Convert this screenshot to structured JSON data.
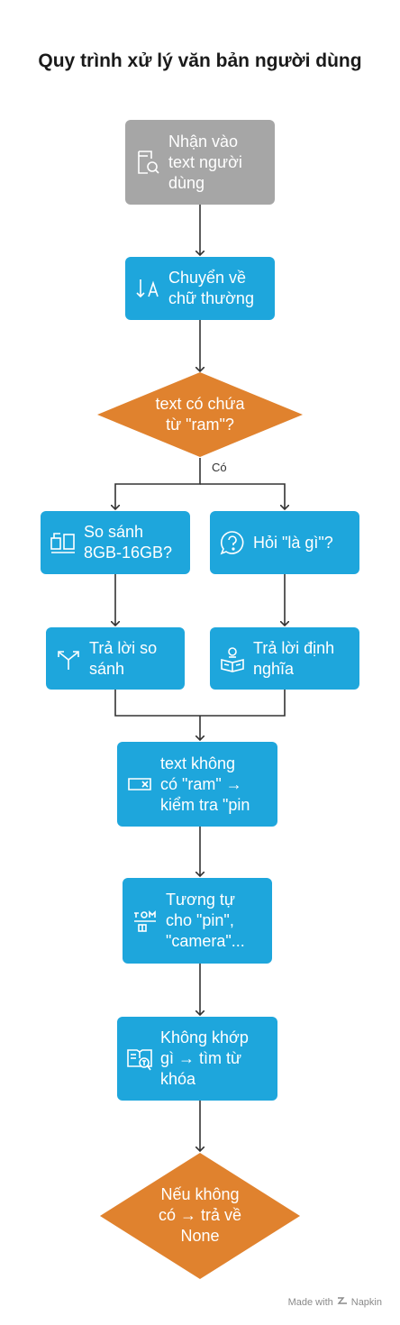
{
  "title": "Quy trình xử lý văn bản người dùng",
  "colors": {
    "input": "#a6a6a6",
    "process": "#1ea6dc",
    "decision": "#e0822e",
    "line": "#333333"
  },
  "nodes": {
    "receive": {
      "text": "Nhận vào\ntext người\ndùng",
      "icon": "search-document-icon"
    },
    "lowercase": {
      "text": "Chuyển về\nchữ thường",
      "icon": "arrow-down-a-icon"
    },
    "decision_ram": {
      "text": "text có chứa\ntừ \"ram\"?"
    },
    "compare": {
      "text": "So sánh\n8GB-16GB?",
      "icon": "compare-icon"
    },
    "ask_what": {
      "text": "Hỏi \"là gì\"?",
      "icon": "question-bubble-icon"
    },
    "answer_compare": {
      "text": "Trả lời so\nsánh",
      "icon": "split-arrows-icon"
    },
    "answer_definition": {
      "text": "Trả lời định\nnghĩa",
      "icon": "reading-book-icon"
    },
    "no_ram": {
      "text": "text không\ncó \"ram\" →\nkiểm tra \"pin",
      "icon": "input-clear-icon"
    },
    "similar": {
      "text": "Tương tự\ncho \"pin\",\n\"camera\"...",
      "icon": "tag-list-icon"
    },
    "no_match": {
      "text": "Không khớp\ngì → tìm từ\nkhóa",
      "icon": "book-search-icon"
    },
    "decision_none": {
      "text": "Nếu không\ncó → trả về\nNone"
    }
  },
  "edge_label_yes": "Có",
  "footer": {
    "made_with": "Made with",
    "brand": "Napkin"
  }
}
